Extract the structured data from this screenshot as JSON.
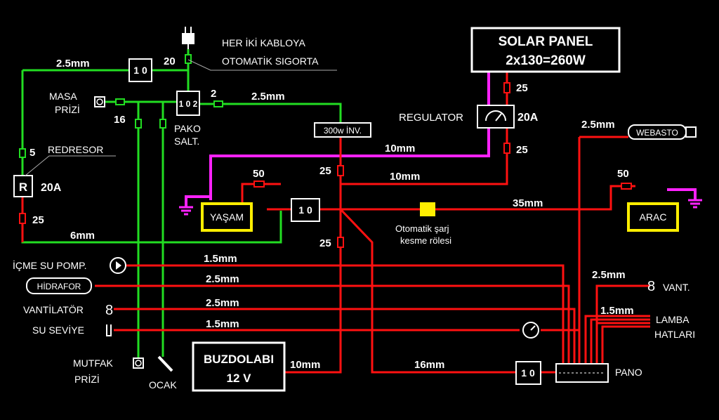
{
  "labels": {
    "her_iki_1": "HER İKİ KABLOYA",
    "her_iki_2": "OTOMATİK SIGORTA",
    "solar_1": "SOLAR PANEL",
    "solar_2": "2x130=260W",
    "fuse_25_solar": "25",
    "regulator": "REGULATOR",
    "reg_20a": "20A",
    "fuse_25_reg": "25",
    "w25_top_left": "2.5mm",
    "f20": "20",
    "masa_1": "MASA",
    "masa_2": "PRİZİ",
    "f16": "16",
    "f2": "2",
    "w25_mid": "2.5mm",
    "pako_1": "PAKO",
    "pako_2": "SALT.",
    "inverter": "300w İNV.",
    "f5": "5",
    "redresor": "REDRESOR",
    "r_label": "R",
    "r_20a": "20A",
    "w10_purple": "10mm",
    "w10_red": "10mm",
    "f25_inv": "25",
    "f50_left": "50",
    "yasam": "YAŞAM",
    "f25_left": "25",
    "w6": "6mm",
    "switch_label": "1 0",
    "w35": "35mm",
    "f50_right": "50",
    "arac": "ARAC",
    "w25_webasto": "2.5mm",
    "webasto": "WEBASTO",
    "relay_1": "Otomatik şarj",
    "relay_2": "kesme rölesi",
    "f25_lower": "25",
    "icme": "İÇME SU POMP.",
    "w15_icme": "1.5mm",
    "hidrafor": "HİDRAFOR",
    "w25_hidrafor": "2.5mm",
    "w25_vant_r": "2.5mm",
    "vant_r": "VANT.",
    "vantilator": "VANTİLATÖR",
    "w25_vantilator": "2.5mm",
    "w15_lamba": "1.5mm",
    "lamba_1": "LAMBA",
    "lamba_2": "HATLARI",
    "su_seviye": "SU SEVİYE",
    "w15_seviye": "1.5mm",
    "mutfak_1": "MUTFAK",
    "mutfak_2": "PRİZİ",
    "ocak": "OCAK",
    "buzdolabi_1": "BUZDOLABI",
    "buzdolabi_2": "12 V",
    "w10_buz": "10mm",
    "w16": "16mm",
    "pano": "PANO"
  },
  "colors": {
    "green": "#22dd22",
    "red": "#ff1111",
    "purple": "#ff22ff",
    "yellow": "#ffee00",
    "white": "#ffffff",
    "background": "#000000"
  },
  "icons": {
    "plug": "plug-icon",
    "pump": "pump-icon",
    "fan": "fan-icon",
    "ground": "ground-icon",
    "socket": "socket-icon",
    "gauge": "gauge-icon"
  }
}
